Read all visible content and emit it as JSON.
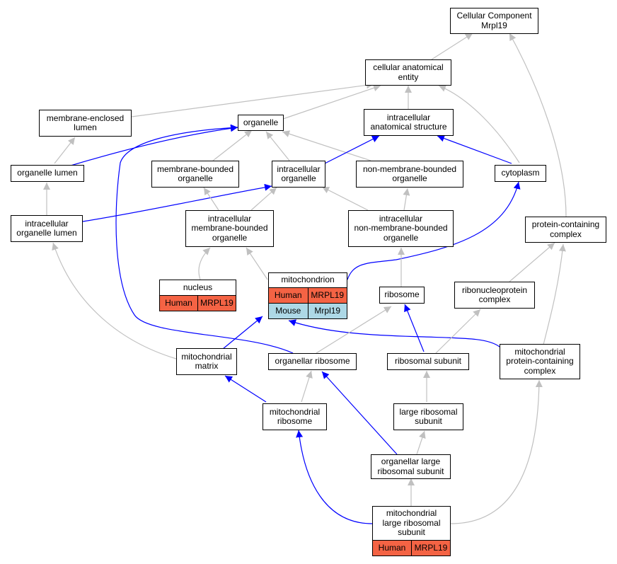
{
  "nodes": {
    "cellular_component": {
      "lines": [
        "Cellular Component",
        "Mrpl19"
      ]
    },
    "cellular_anatomical_entity": {
      "lines": [
        "cellular anatomical",
        "entity"
      ]
    },
    "membrane_enclosed_lumen": {
      "lines": [
        "membrane-enclosed",
        "lumen"
      ]
    },
    "organelle": {
      "lines": [
        "organelle"
      ]
    },
    "intracellular_anatomical_structure": {
      "lines": [
        "intracellular",
        "anatomical structure"
      ]
    },
    "organelle_lumen": {
      "lines": [
        "organelle lumen"
      ]
    },
    "membrane_bounded_organelle": {
      "lines": [
        "membrane-bounded",
        "organelle"
      ]
    },
    "intracellular_organelle": {
      "lines": [
        "intracellular",
        "organelle"
      ]
    },
    "non_membrane_bounded_organelle": {
      "lines": [
        "non-membrane-bounded",
        "organelle"
      ]
    },
    "cytoplasm": {
      "lines": [
        "cytoplasm"
      ]
    },
    "intracellular_organelle_lumen": {
      "lines": [
        "intracellular",
        "organelle lumen"
      ]
    },
    "intracellular_membrane_bounded_organelle": {
      "lines": [
        "intracellular",
        "membrane-bounded",
        "organelle"
      ]
    },
    "intracellular_non_membrane_bounded_organelle": {
      "lines": [
        "intracellular",
        "non-membrane-bounded",
        "organelle"
      ]
    },
    "protein_containing_complex": {
      "lines": [
        "protein-containing",
        "complex"
      ]
    },
    "nucleus": {
      "lines": [
        "nucleus"
      ],
      "annotations": [
        {
          "species": "Human",
          "gene": "MRPL19"
        }
      ]
    },
    "mitochondrion": {
      "lines": [
        "mitochondrion"
      ],
      "annotations": [
        {
          "species": "Human",
          "gene": "MRPL19"
        },
        {
          "species": "Mouse",
          "gene": "Mrpl19"
        }
      ]
    },
    "ribosome": {
      "lines": [
        "ribosome"
      ]
    },
    "ribonucleoprotein_complex": {
      "lines": [
        "ribonucleoprotein",
        "complex"
      ]
    },
    "mitochondrial_matrix": {
      "lines": [
        "mitochondrial",
        "matrix"
      ]
    },
    "organellar_ribosome": {
      "lines": [
        "organellar ribosome"
      ]
    },
    "ribosomal_subunit": {
      "lines": [
        "ribosomal subunit"
      ]
    },
    "mitochondrial_protein_containing_complex": {
      "lines": [
        "mitochondrial",
        "protein-containing",
        "complex"
      ]
    },
    "mitochondrial_ribosome": {
      "lines": [
        "mitochondrial",
        "ribosome"
      ]
    },
    "large_ribosomal_subunit": {
      "lines": [
        "large ribosomal",
        "subunit"
      ]
    },
    "organellar_large_ribosomal_subunit": {
      "lines": [
        "organellar large",
        "ribosomal subunit"
      ]
    },
    "mitochondrial_large_ribosomal_subunit": {
      "lines": [
        "mitochondrial",
        "large ribosomal",
        "subunit"
      ],
      "annotations": [
        {
          "species": "Human",
          "gene": "MRPL19"
        }
      ]
    }
  },
  "edges": [
    {
      "from": "cellular_anatomical_entity",
      "to": "cellular_component",
      "kind": "is_a"
    },
    {
      "from": "protein_containing_complex",
      "to": "cellular_component",
      "kind": "is_a"
    },
    {
      "from": "membrane_enclosed_lumen",
      "to": "cellular_anatomical_entity",
      "kind": "is_a"
    },
    {
      "from": "organelle",
      "to": "cellular_anatomical_entity",
      "kind": "is_a"
    },
    {
      "from": "intracellular_anatomical_structure",
      "to": "cellular_anatomical_entity",
      "kind": "is_a"
    },
    {
      "from": "cytoplasm",
      "to": "cellular_anatomical_entity",
      "kind": "is_a"
    },
    {
      "from": "organelle_lumen",
      "to": "membrane_enclosed_lumen",
      "kind": "is_a"
    },
    {
      "from": "organelle_lumen",
      "to": "organelle",
      "kind": "part_of"
    },
    {
      "from": "membrane_bounded_organelle",
      "to": "organelle",
      "kind": "is_a"
    },
    {
      "from": "intracellular_organelle",
      "to": "organelle",
      "kind": "is_a"
    },
    {
      "from": "non_membrane_bounded_organelle",
      "to": "organelle",
      "kind": "is_a"
    },
    {
      "from": "intracellular_organelle",
      "to": "intracellular_anatomical_structure",
      "kind": "part_of"
    },
    {
      "from": "cytoplasm",
      "to": "intracellular_anatomical_structure",
      "kind": "part_of"
    },
    {
      "from": "intracellular_organelle_lumen",
      "to": "organelle_lumen",
      "kind": "is_a"
    },
    {
      "from": "intracellular_organelle_lumen",
      "to": "intracellular_organelle",
      "kind": "part_of"
    },
    {
      "from": "intracellular_membrane_bounded_organelle",
      "to": "membrane_bounded_organelle",
      "kind": "is_a"
    },
    {
      "from": "intracellular_membrane_bounded_organelle",
      "to": "intracellular_organelle",
      "kind": "is_a"
    },
    {
      "from": "intracellular_non_membrane_bounded_organelle",
      "to": "intracellular_organelle",
      "kind": "is_a"
    },
    {
      "from": "intracellular_non_membrane_bounded_organelle",
      "to": "non_membrane_bounded_organelle",
      "kind": "is_a"
    },
    {
      "from": "nucleus",
      "to": "intracellular_membrane_bounded_organelle",
      "kind": "is_a"
    },
    {
      "from": "mitochondrion",
      "to": "intracellular_membrane_bounded_organelle",
      "kind": "is_a"
    },
    {
      "from": "mitochondrion",
      "to": "cytoplasm",
      "kind": "part_of"
    },
    {
      "from": "ribosome",
      "to": "intracellular_non_membrane_bounded_organelle",
      "kind": "is_a"
    },
    {
      "from": "ribonucleoprotein_complex",
      "to": "protein_containing_complex",
      "kind": "is_a"
    },
    {
      "from": "mitochondrial_protein_containing_complex",
      "to": "protein_containing_complex",
      "kind": "is_a"
    },
    {
      "from": "mitochondrial_protein_containing_complex",
      "to": "mitochondrion",
      "kind": "part_of"
    },
    {
      "from": "mitochondrial_matrix",
      "to": "intracellular_organelle_lumen",
      "kind": "is_a"
    },
    {
      "from": "mitochondrial_matrix",
      "to": "mitochondrion",
      "kind": "part_of"
    },
    {
      "from": "organellar_ribosome",
      "to": "ribosome",
      "kind": "is_a"
    },
    {
      "from": "organellar_ribosome",
      "to": "organelle",
      "kind": "part_of"
    },
    {
      "from": "ribosomal_subunit",
      "to": "ribosome",
      "kind": "part_of"
    },
    {
      "from": "ribosomal_subunit",
      "to": "ribonucleoprotein_complex",
      "kind": "is_a"
    },
    {
      "from": "mitochondrial_ribosome",
      "to": "mitochondrial_matrix",
      "kind": "part_of"
    },
    {
      "from": "mitochondrial_ribosome",
      "to": "organellar_ribosome",
      "kind": "is_a"
    },
    {
      "from": "large_ribosomal_subunit",
      "to": "ribosomal_subunit",
      "kind": "is_a"
    },
    {
      "from": "organellar_large_ribosomal_subunit",
      "to": "large_ribosomal_subunit",
      "kind": "is_a"
    },
    {
      "from": "organellar_large_ribosomal_subunit",
      "to": "organellar_ribosome",
      "kind": "part_of"
    },
    {
      "from": "mitochondrial_large_ribosomal_subunit",
      "to": "organellar_large_ribosomal_subunit",
      "kind": "is_a"
    },
    {
      "from": "mitochondrial_large_ribosomal_subunit",
      "to": "mitochondrial_ribosome",
      "kind": "part_of"
    },
    {
      "from": "mitochondrial_large_ribosomal_subunit",
      "to": "mitochondrial_protein_containing_complex",
      "kind": "is_a"
    }
  ],
  "colors": {
    "is_a_edge": "#c0c0c0",
    "part_of_edge": "#0000ff",
    "human_annotation": "#f46344",
    "mouse_annotation": "#add8e6"
  }
}
